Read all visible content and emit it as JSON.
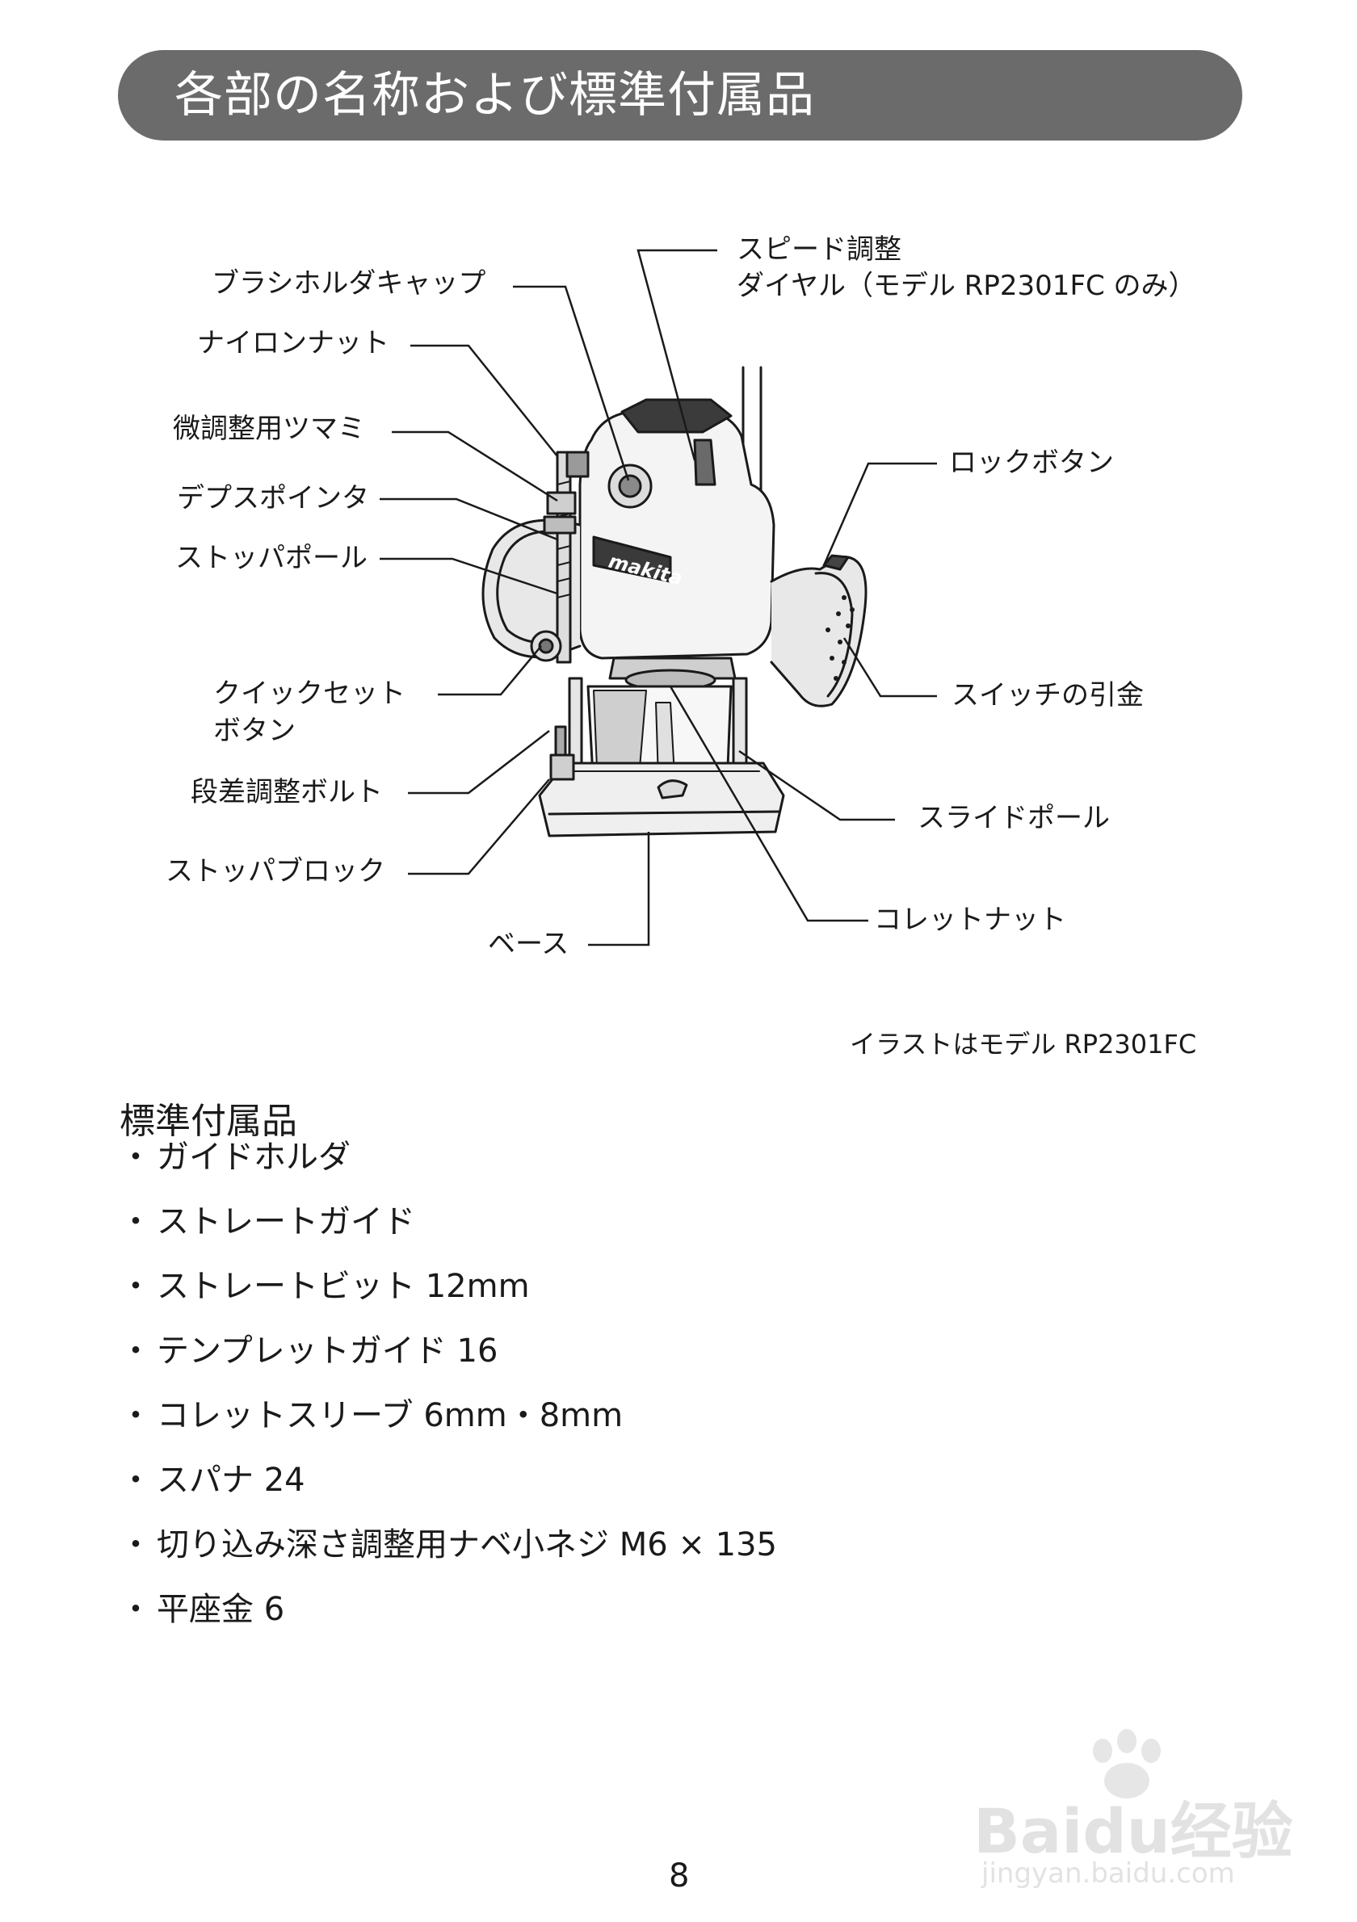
{
  "header": {
    "title": "各部の名称および標準付属品"
  },
  "diagram": {
    "labels": {
      "brush_holder_cap": "ブラシホルダキャップ",
      "speed_dial_line1": "スピード調整",
      "speed_dial_line2": "ダイヤル（モデル RP2301FC のみ）",
      "nylon_nut": "ナイロンナット",
      "fine_adjust_knob": "微調整用ツマミ",
      "depth_pointer": "デプスポインタ",
      "stopper_pole": "ストッパポール",
      "quick_set_line1": "クイックセット",
      "quick_set_line2": "ボタン",
      "step_bolt": "段差調整ボルト",
      "stopper_block": "ストッパブロック",
      "base": "ベース",
      "lock_button": "ロックボタン",
      "switch_trigger": "スイッチの引金",
      "slide_pole": "スライドポール",
      "collet_nut": "コレットナット"
    },
    "brand_logo": "makita",
    "caption": "イラストはモデル RP2301FC"
  },
  "accessories": {
    "heading": "標準付属品",
    "bullet": "・",
    "items": [
      "ガイドホルダ",
      "ストレートガイド",
      "ストレートビット 12mm",
      "テンプレットガイド 16",
      "コレットスリーブ 6mm・8mm",
      "スパナ 24",
      "切り込み深さ調整用ナベ小ネジ M6 × 135",
      "平座金 6"
    ]
  },
  "page_number": "8",
  "watermark": {
    "line1": "Baidu经验",
    "line2": "jingyan.baidu.com"
  }
}
